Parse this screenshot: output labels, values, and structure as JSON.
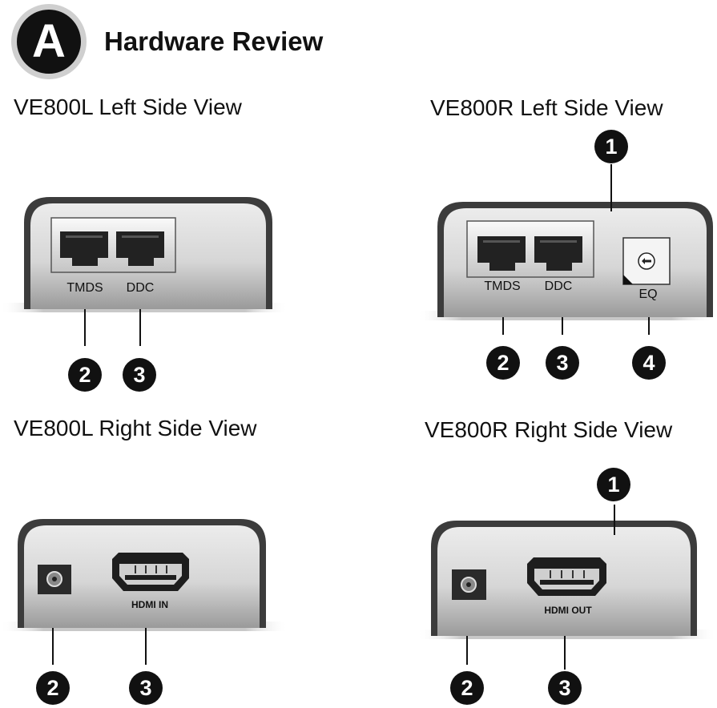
{
  "section": {
    "badge": "A",
    "title": "Hardware Review"
  },
  "views": {
    "l_left": {
      "title": "VE800L  Left Side View",
      "ports": [
        "TMDS",
        "DDC"
      ],
      "callouts": [
        "2",
        "3"
      ]
    },
    "r_left": {
      "title": "VE800R Left Side View",
      "ports": [
        "TMDS",
        "DDC"
      ],
      "eq": "EQ",
      "callouts": [
        "1",
        "2",
        "3",
        "4"
      ]
    },
    "l_right": {
      "title": "VE800L  Right Side View",
      "hdmi": "HDMI IN",
      "callouts": [
        "2",
        "3"
      ]
    },
    "r_right": {
      "title": "VE800R Right Side View",
      "hdmi": "HDMI OUT",
      "callouts": [
        "1",
        "2",
        "3"
      ]
    }
  },
  "colors": {
    "body_dark": "#3c3c3c",
    "panel_light": "#f2f2f2",
    "panel_mid": "#bdbdbd",
    "callout": "#111111"
  },
  "icons": [
    "rj45-port-icon",
    "hdmi-port-icon",
    "dc-power-jack-icon",
    "eq-dial-icon"
  ]
}
